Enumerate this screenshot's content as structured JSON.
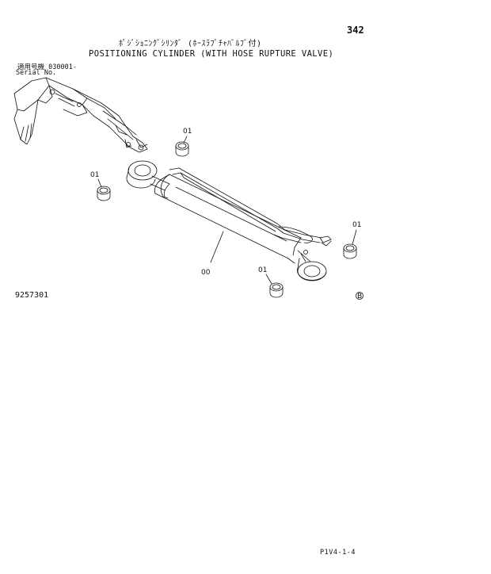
{
  "header": {
    "page_number": "342",
    "title_jp": "ﾎﾟｼﾞｼｮﾆﾝｸﾞｼﾘﾝﾀﾞ (ﾎｰｽﾗﾌﾟﾁｬﾊﾞﾙﾌﾞ付)",
    "title_en": "POSITIONING CYLINDER (WITH HOSE RUPTURE VALVE)"
  },
  "serial": {
    "label_jp": "適用号機",
    "value": "030001-",
    "label_en": "Serial No."
  },
  "diagram": {
    "drawing_id": "9257301",
    "callouts": {
      "part_01": "01",
      "part_00": "00"
    },
    "marker_symbol": "B"
  },
  "footer": {
    "code": "P1V4-1-4"
  }
}
